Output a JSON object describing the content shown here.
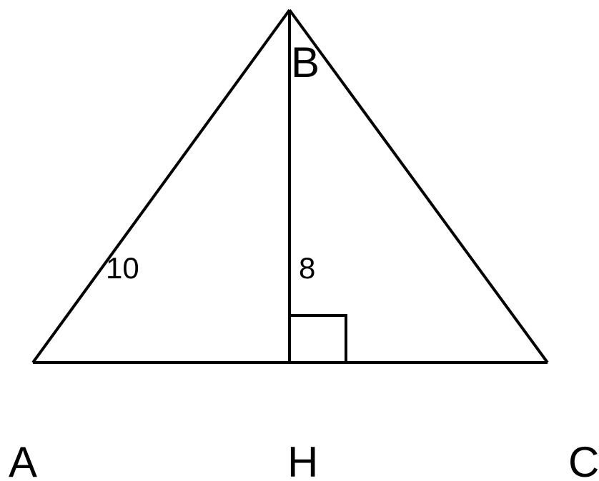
{
  "diagram": {
    "vertices": {
      "A": "A",
      "B": "B",
      "C": "C",
      "H": "H"
    },
    "lengths": {
      "AB": "10",
      "BH": "8"
    },
    "right_angle_at": "H",
    "line_color": "#000000"
  }
}
